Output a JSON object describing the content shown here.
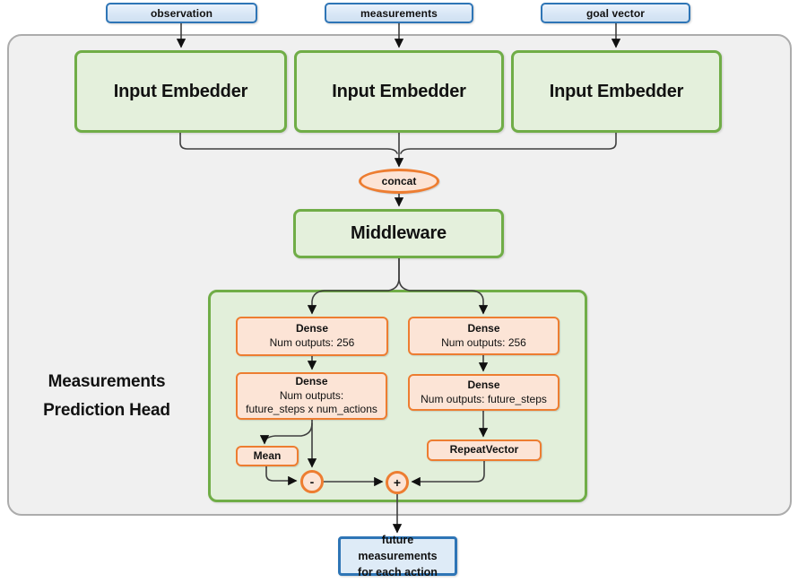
{
  "diagram": {
    "source_labels": [
      {
        "label": "observation"
      },
      {
        "label": "measurements"
      },
      {
        "label": "goal vector"
      }
    ],
    "embedders": [
      {
        "label": "Input Embedder"
      },
      {
        "label": "Input Embedder"
      },
      {
        "label": "Input Embedder"
      }
    ],
    "concat": {
      "label": "concat"
    },
    "middleware": {
      "label": "Middleware"
    },
    "prediction_head": {
      "title_line1": "Measurements",
      "title_line2": "Prediction Head",
      "left_branch": {
        "dense1": {
          "title": "Dense",
          "subtitle": "Num outputs: 256"
        },
        "dense2": {
          "title": "Dense",
          "subtitle_line1": "Num outputs:",
          "subtitle_line2": "future_steps x num_actions"
        },
        "mean": {
          "label": "Mean"
        },
        "minus_op": "-"
      },
      "right_branch": {
        "dense1": {
          "title": "Dense",
          "subtitle": "Num outputs: 256"
        },
        "dense2": {
          "title": "Dense",
          "subtitle": "Num outputs: future_steps"
        },
        "repeat_vector": {
          "label": "RepeatVector"
        },
        "plus_op": "+"
      }
    },
    "output": {
      "line1": "future measurements",
      "line2": "for each action"
    },
    "colors": {
      "blue_border": "#2E75B6",
      "blue_fill": "#DDEAF7",
      "green_border": "#70AD47",
      "green_fill": "#E2EFDA",
      "orange_border": "#ED7D31",
      "orange_fill": "#FCE4D6",
      "outer_fill": "#F0F0F0",
      "outer_border": "#ACACAC",
      "connector": "#3F3F3F"
    }
  }
}
